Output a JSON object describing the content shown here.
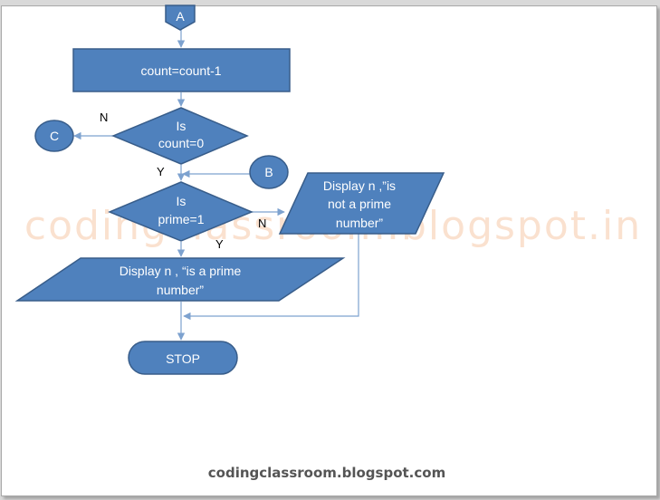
{
  "watermark": "codingclassroom.blogspot.in",
  "footer": "codingclassroom.blogspot.com",
  "connectors": {
    "a": "A",
    "b": "B",
    "c": "C"
  },
  "process": {
    "decrement": "count=count-1"
  },
  "decisions": {
    "count_zero": {
      "line1": "Is",
      "line2": "count=0",
      "no_label": "N",
      "yes_label": "Y"
    },
    "prime_check": {
      "line1": "Is",
      "line2": "prime=1",
      "no_label": "N",
      "yes_label": "Y"
    }
  },
  "outputs": {
    "not_prime": {
      "line1": "Display n ,”is",
      "line2": "not a prime",
      "line3": "number”"
    },
    "is_prime": {
      "line1": "Display n , “is a prime",
      "line2": "number”"
    }
  },
  "terminal": {
    "stop": "STOP"
  },
  "colors": {
    "shape_fill": "#4f81bd",
    "shape_stroke": "#385d8a",
    "connector_line": "#7da2cf",
    "watermark": "#f7c9a8"
  }
}
